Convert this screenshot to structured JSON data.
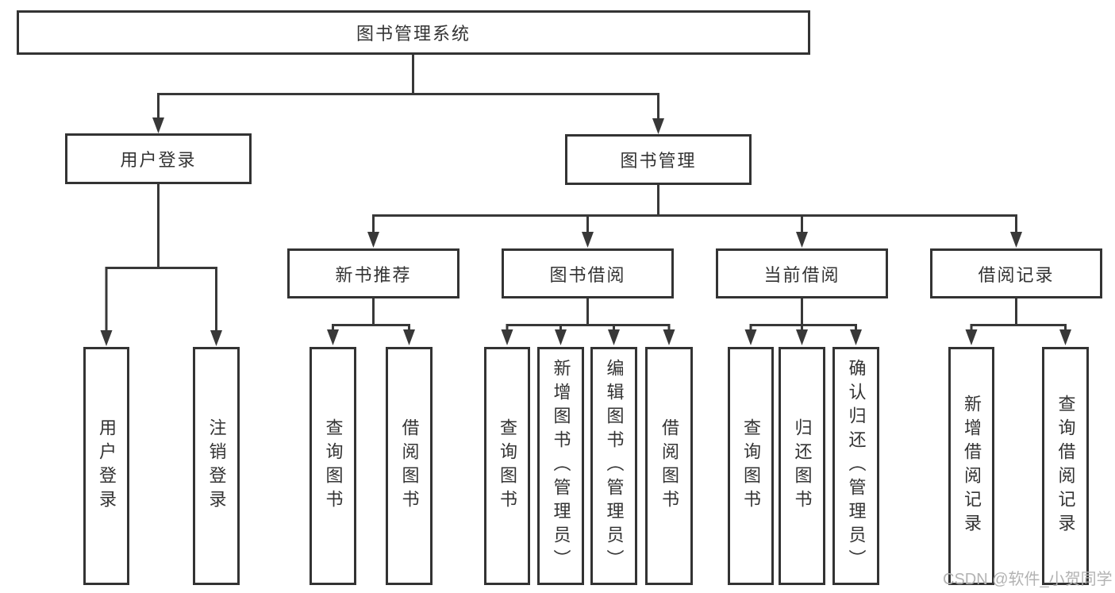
{
  "colors": {
    "line": "#383838",
    "box_border": "#333333",
    "text": "#333333",
    "watermark": "#b3b3b3",
    "background": "#ffffff"
  },
  "watermark": {
    "text": "CSDN @软件_小贺同学"
  },
  "tree": {
    "root": {
      "label": "图书管理系统"
    },
    "branches": [
      {
        "label": "用户登录",
        "children": [
          {
            "label": "用户登录"
          },
          {
            "label": "注销登录"
          }
        ]
      },
      {
        "label": "图书管理",
        "sections": [
          {
            "label": "新书推荐",
            "children": [
              {
                "label": "查询图书"
              },
              {
                "label": "借阅图书"
              }
            ]
          },
          {
            "label": "图书借阅",
            "children": [
              {
                "label": "查询图书"
              },
              {
                "label": "新增图书（管理员）"
              },
              {
                "label": "编辑图书（管理员）"
              },
              {
                "label": "借阅图书"
              }
            ]
          },
          {
            "label": "当前借阅",
            "children": [
              {
                "label": "查询图书"
              },
              {
                "label": "归还图书"
              },
              {
                "label": "确认归还（管理员）"
              }
            ]
          },
          {
            "label": "借阅记录",
            "children": [
              {
                "label": "新增借阅记录"
              },
              {
                "label": "查询借阅记录"
              }
            ]
          }
        ]
      }
    ]
  }
}
